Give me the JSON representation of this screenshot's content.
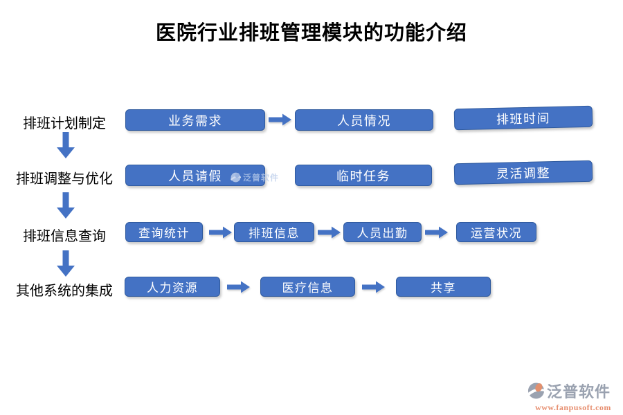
{
  "title": "医院行业排班管理模块的功能介绍",
  "rows": [
    {
      "label": "排班计划制定",
      "boxes": [
        "业务需求",
        "人员情况",
        "排班时间"
      ]
    },
    {
      "label": "排班调整与优化",
      "boxes": [
        "人员请假",
        "临时任务",
        "灵活调整"
      ]
    },
    {
      "label": "排班信息查询",
      "boxes": [
        "查询统计",
        "排班信息",
        "人员出勤",
        "运营状况"
      ]
    },
    {
      "label": "其他系统的集成",
      "boxes": [
        "人力资源",
        "医疗信息",
        "共享"
      ]
    }
  ],
  "watermark": {
    "brand": "泛普软件"
  },
  "logo": {
    "brand": "泛普软件",
    "url": "www.fanpusoft.com"
  },
  "colors": {
    "box_fill": "#4472C4",
    "box_border": "#2F5A9E",
    "arrow_blue": "#4472C4",
    "logo_gray": "#9AA2B0",
    "logo_orange": "#E78F70",
    "watermark_blue": "#B9CCEA"
  }
}
